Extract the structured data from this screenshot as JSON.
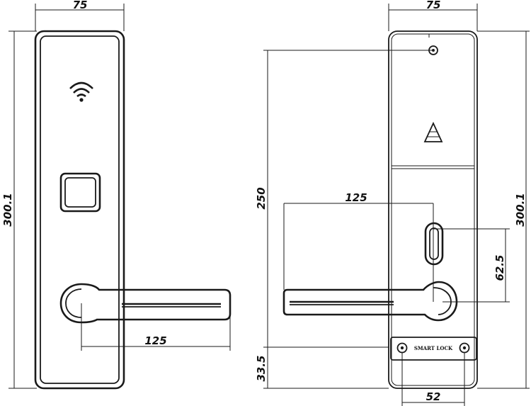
{
  "front_view": {
    "dim_width": "75",
    "dim_height": "300.1",
    "dim_handle": "125"
  },
  "back_view": {
    "dim_width": "75",
    "dim_upper_height": "250",
    "dim_handle": "125",
    "dim_height": "300.1",
    "dim_spindle": "62.5",
    "dim_bottom": "33.5",
    "dim_screws": "52",
    "label_plate": "SMART LOCK"
  },
  "icons": [
    "wifi-icon",
    "fingerprint-sensor-icon",
    "warning-triangle-icon",
    "keyhole-icon"
  ]
}
